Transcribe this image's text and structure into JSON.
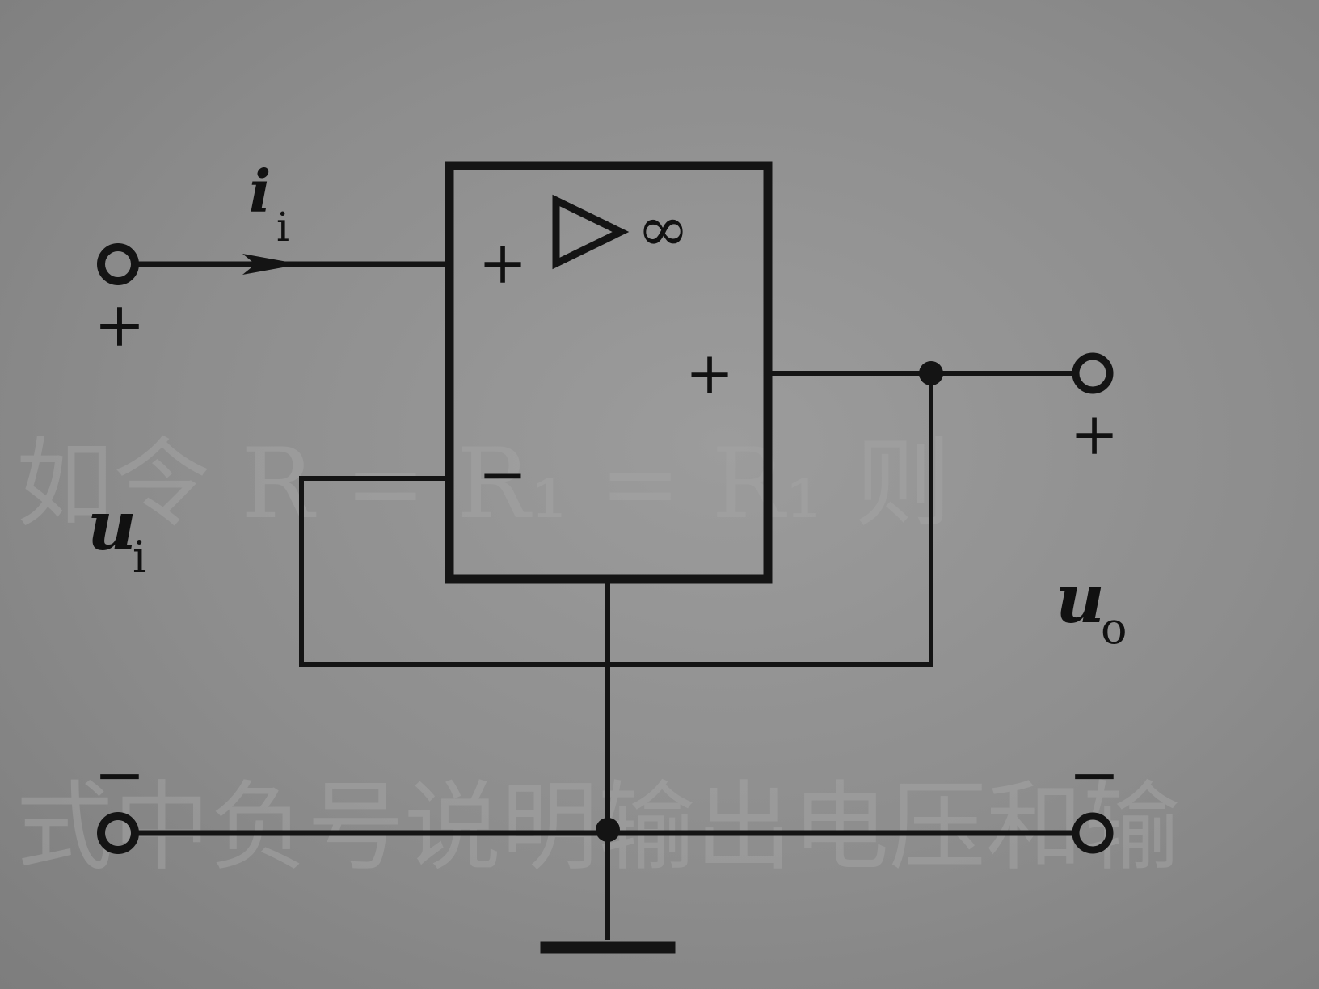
{
  "diagram": {
    "input_current": {
      "symbol": "i",
      "subscript": "i"
    },
    "input_voltage": {
      "symbol": "u",
      "subscript": "i"
    },
    "output_voltage": {
      "symbol": "u",
      "subscript": "o"
    },
    "opamp_gain": "∞",
    "opamp_noninverting_sign": "+",
    "opamp_inverting_sign": "−",
    "opamp_output_sign": "+",
    "input_plus": "+",
    "input_minus": "−",
    "output_plus": "+",
    "output_minus": "−"
  },
  "background_text": {
    "line1": "如令 R = R₁ = R₁ 则",
    "line2": "式中负号说明输出电压和输"
  }
}
